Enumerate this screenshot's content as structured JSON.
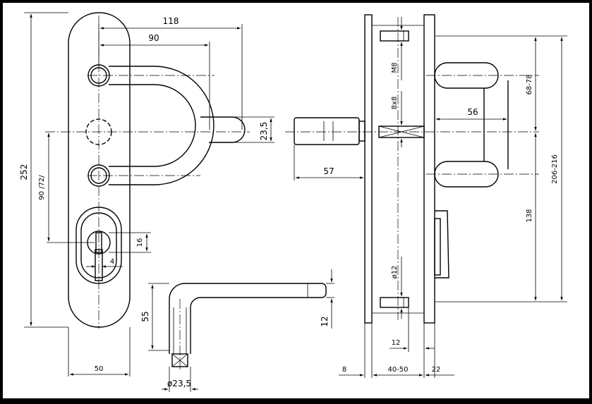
{
  "diagram": {
    "front_view": {
      "dims": {
        "overall_height": "252",
        "spindle_to_cylinder": "90 /72/",
        "plate_width": "50",
        "lever_reach": "118",
        "lever_inner": "90",
        "lever_dia": "23,5",
        "slot_height": "16",
        "slot_width": "4"
      }
    },
    "lever_detail": {
      "dims": {
        "drop": "55",
        "thickness": "12",
        "dia": "ø23,5"
      }
    },
    "side_view": {
      "dims": {
        "screw_top": "M8",
        "square": "8x8",
        "spindle_length": "57",
        "offset": "56",
        "upper_span": "68-78",
        "total_span": "206-216",
        "lower_span": "138",
        "bolt_dia": "ø12",
        "bolt_len": "12",
        "plate_thick": "8",
        "door_thick": "40-50",
        "rose_thick": "22"
      }
    }
  }
}
